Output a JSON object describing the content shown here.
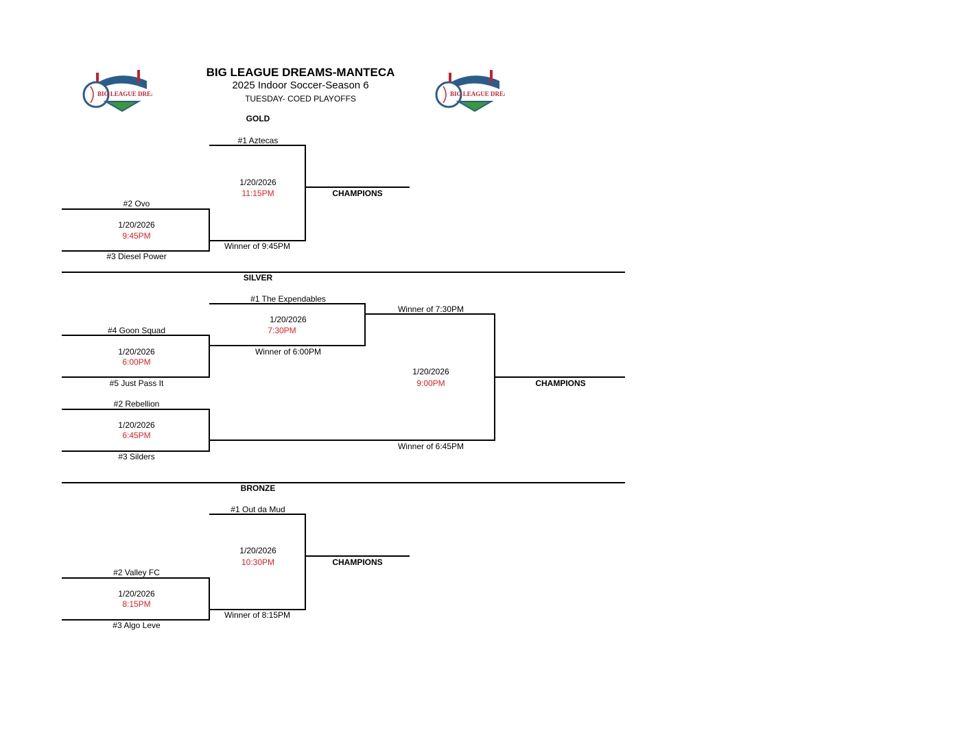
{
  "header": {
    "title": "BIG LEAGUE DREAMS-MANTECA",
    "subtitle": "2025 Indoor Soccer-Season 6",
    "event": "TUESDAY- COED PLAYOFFS",
    "logo_text": "BIG LEAGUE DREAMS"
  },
  "colors": {
    "time": "#e0201f",
    "logo_blue": "#2b5d8c",
    "logo_red": "#c8202f",
    "logo_green": "#3a9a3a"
  },
  "gold": {
    "label": "GOLD",
    "seed1": "#1  Aztecas",
    "seed2": "#2 Ovo",
    "seed3": "#3 Diesel Power",
    "game1": {
      "date": "1/20/2026",
      "time": "9:45PM"
    },
    "final": {
      "date": "1/20/2026",
      "time": "11:15PM"
    },
    "winner_label": "Winner of 9:45PM",
    "champions": "CHAMPIONS"
  },
  "silver": {
    "label": "SILVER",
    "seed1": "#1 The Expendables",
    "seed4": "#4 Goon Squad",
    "seed5": "#5 Just Pass It",
    "seed2": "#2  Rebellion",
    "seed3": "#3 Silders",
    "game_600": {
      "date": "1/20/2026",
      "time": "6:00PM"
    },
    "game_645": {
      "date": "1/20/2026",
      "time": "6:45PM"
    },
    "game_730": {
      "date": "1/20/2026",
      "time": "7:30PM"
    },
    "final": {
      "date": "1/20/2026",
      "time": "9:00PM"
    },
    "winner_600": "Winner of 6:00PM",
    "winner_730": "Winner of 7:30PM",
    "winner_645": "Winner of 6:45PM",
    "champions": "CHAMPIONS"
  },
  "bronze": {
    "label": "BRONZE",
    "seed1": "#1  Out da Mud",
    "seed2": "#2 Valley FC",
    "seed3": "#3 Algo Leve",
    "game1": {
      "date": "1/20/2026",
      "time": "8:15PM"
    },
    "final": {
      "date": "1/20/2026",
      "time": "10:30PM"
    },
    "winner_label": "Winner of 8:15PM",
    "champions": "CHAMPIONS"
  }
}
